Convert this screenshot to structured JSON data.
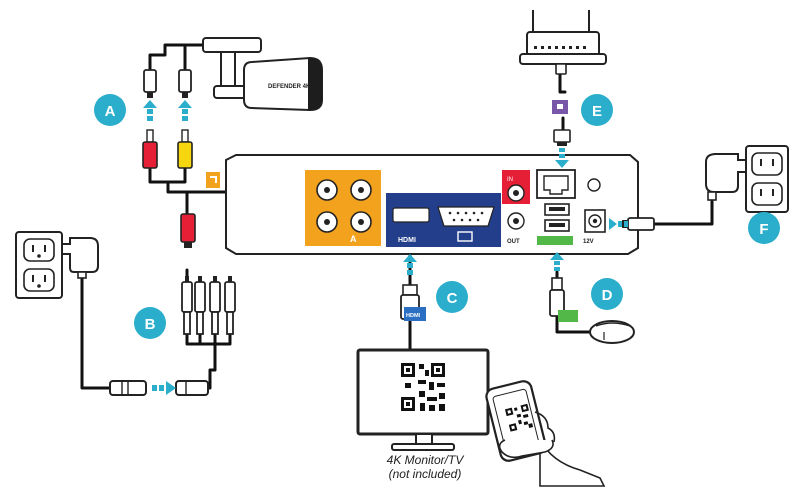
{
  "step_labels": {
    "a": "A",
    "b": "B",
    "c": "C",
    "d": "D",
    "e": "E",
    "f": "F"
  },
  "dvr_panel": {
    "camera_port_label": "A",
    "hdmi_label": "HDMI",
    "audio_in_label": "IN",
    "audio_out_label": "OUT",
    "power_label": "12V",
    "hdmi_cable_tag": "HDMI"
  },
  "camera": {
    "brand": "DEFENDER 4K"
  },
  "monitor_caption": {
    "line1": "4K Monitor/TV",
    "line2": "(not included)"
  },
  "colors": {
    "accent_teal": "#2aaecc",
    "orange": "#f3a21d",
    "navy": "#233e8b",
    "red": "#e41f36",
    "yellow": "#f5d60f",
    "green": "#52b847",
    "purple": "#7857a8",
    "panel_dark": "#1d1d1d"
  }
}
